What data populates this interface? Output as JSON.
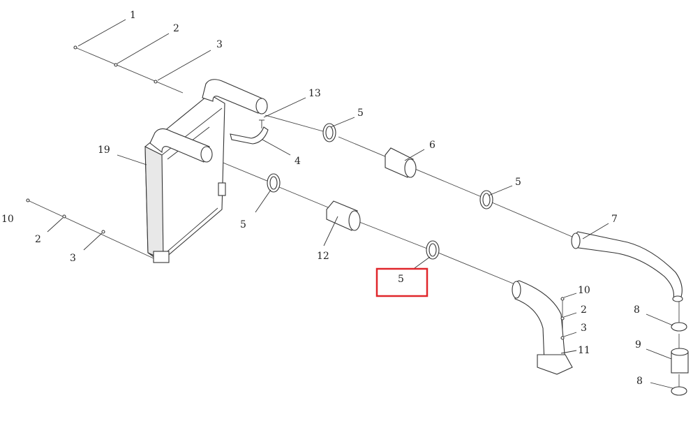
{
  "callouts": {
    "c1": "1",
    "c2a": "2",
    "c3a": "3",
    "c13": "13",
    "c5a": "5",
    "c19": "19",
    "c6": "6",
    "c4": "4",
    "c5b": "5",
    "c10a": "10",
    "c5c": "5",
    "c2b": "2",
    "c7": "7",
    "c12": "12",
    "c3b": "3",
    "c5d": "5",
    "c10b": "10",
    "c2c": "2",
    "c8a": "8",
    "c3c": "3",
    "c9": "9",
    "c11": "11",
    "c8b": "8"
  },
  "highlight": {
    "color": "#e0262b",
    "callout": "5"
  }
}
